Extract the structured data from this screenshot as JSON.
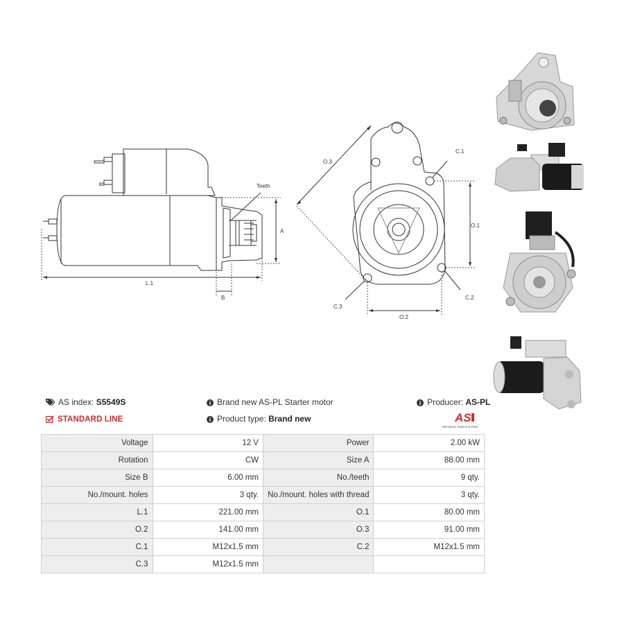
{
  "drawing": {
    "side_view": {
      "teeth_label": "Teeth",
      "dim_a": "A",
      "dim_b": "B",
      "dim_l1": "L.1"
    },
    "front_view": {
      "o3": "O.3",
      "o1": "O.1",
      "o2": "O.2",
      "c1": "C.1",
      "c2": "C.2",
      "c3": "C.3"
    }
  },
  "photos": [
    {
      "name": "front-view-photo"
    },
    {
      "name": "side-view-photo"
    },
    {
      "name": "rear-view-photo"
    },
    {
      "name": "angle-view-photo"
    }
  ],
  "info": {
    "as_index_label": "AS index:",
    "as_index_value": "S5549S",
    "description": "Brand new AS-PL Starter motor",
    "producer_label": "Producer:",
    "producer_value": "AS-PL",
    "line_label": "STANDARD LINE",
    "product_type_label": "Product type:",
    "product_type_value": "Brand new",
    "logo_text": "AS",
    "logo_tagline": "Alternators, Starters & Parts"
  },
  "colors": {
    "standard_line": "#d52b2b",
    "table_label_bg": "#eeeeee",
    "border": "#d0d0d0"
  },
  "specs": [
    {
      "l1": "Voltage",
      "v1": "12 V",
      "l2": "Power",
      "v2": "2.00 kW"
    },
    {
      "l1": "Rotation",
      "v1": "CW",
      "l2": "Size A",
      "v2": "88.00 mm"
    },
    {
      "l1": "Size B",
      "v1": "6.00 mm",
      "l2": "No./teeth",
      "v2": "9 qty."
    },
    {
      "l1": "No./mount. holes",
      "v1": "3 qty.",
      "l2": "No./mount. holes with thread",
      "v2": "3 qty."
    },
    {
      "l1": "L.1",
      "v1": "221.00 mm",
      "l2": "O.1",
      "v2": "80.00 mm"
    },
    {
      "l1": "O.2",
      "v1": "141.00 mm",
      "l2": "O.3",
      "v2": "91.00 mm"
    },
    {
      "l1": "C.1",
      "v1": "M12x1.5 mm",
      "l2": "C.2",
      "v2": "M12x1.5 mm"
    },
    {
      "l1": "C.3",
      "v1": "M12x1.5 mm",
      "l2": "",
      "v2": ""
    }
  ]
}
